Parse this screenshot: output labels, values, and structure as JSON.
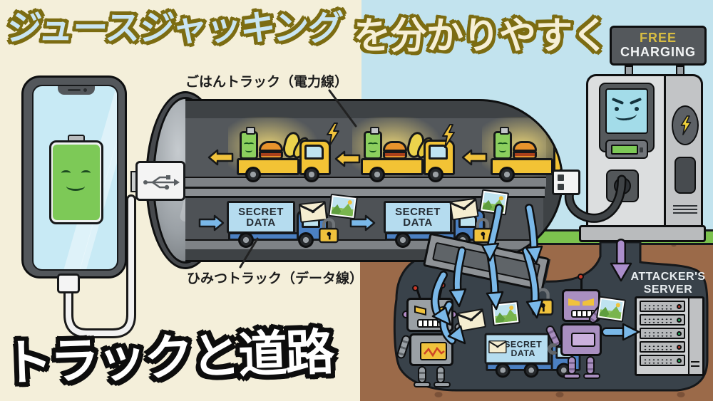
{
  "title": {
    "main": "ジュースジャッキング",
    "sub": "を分かりやすく"
  },
  "charging_sign": {
    "line1": "FREE",
    "line2": "CHARGING"
  },
  "labels": {
    "power_lane": "ごはんトラック（電力線）",
    "data_lane": "ひみつトラック（データ線）"
  },
  "secret_truck": {
    "line1": "SECRET",
    "line2": "DATA"
  },
  "server": {
    "line1": "ATTACKER'S",
    "line2": "SERVER"
  },
  "caption": "トラックと道路",
  "icons": {
    "usb": "usb-trident",
    "lightning": "bolt",
    "battery": "smiling-battery",
    "envelope": "mail",
    "photo": "picture",
    "padlock": "lock",
    "robot": "evil-robot",
    "server_rack": "rack"
  },
  "colors": {
    "cream_bg": "#f4efda",
    "sky_bg": "#c2e3ee",
    "grass": "#7cc24e",
    "dirt": "#9b6a49",
    "cave": "#39424a",
    "tunnel_shell": "#3e4245",
    "truck_yellow": "#f2c335",
    "truck_blue": "#4b80c2",
    "cargo_blue": "#b5dcef",
    "arrow_yellow": "#f0c23c",
    "arrow_blue": "#7ab8e8",
    "arrow_purple": "#ab8ecb",
    "title_fill": "#c9e5f2",
    "title_outline": "#7c6c12",
    "sign_gold": "#d8bc42",
    "battery_green": "#7dc957"
  }
}
